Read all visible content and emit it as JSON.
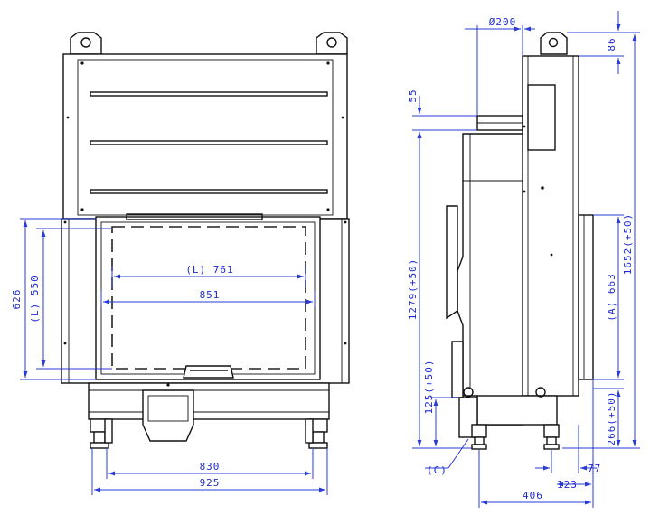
{
  "dimensions": {
    "inner_width_L": "(L) 761",
    "glass_width": "851",
    "base_830": "830",
    "base_925": "925",
    "height_626": "626",
    "height_L550": "(L) 550",
    "flue_dia": "Ø200",
    "flue_gap": "55",
    "top_86": "86",
    "total_height": "1652(+50)",
    "door_height_A": "(A) 663",
    "body_height": "1279(+50)",
    "leg_125": "125(+50)",
    "leg_266": "266(+50)",
    "depth_77": "77",
    "depth_123": "123",
    "depth_406": "406",
    "callout_C": "(C)"
  },
  "colors": {
    "ink": "#111111",
    "dimension": "#2a3bd8"
  }
}
